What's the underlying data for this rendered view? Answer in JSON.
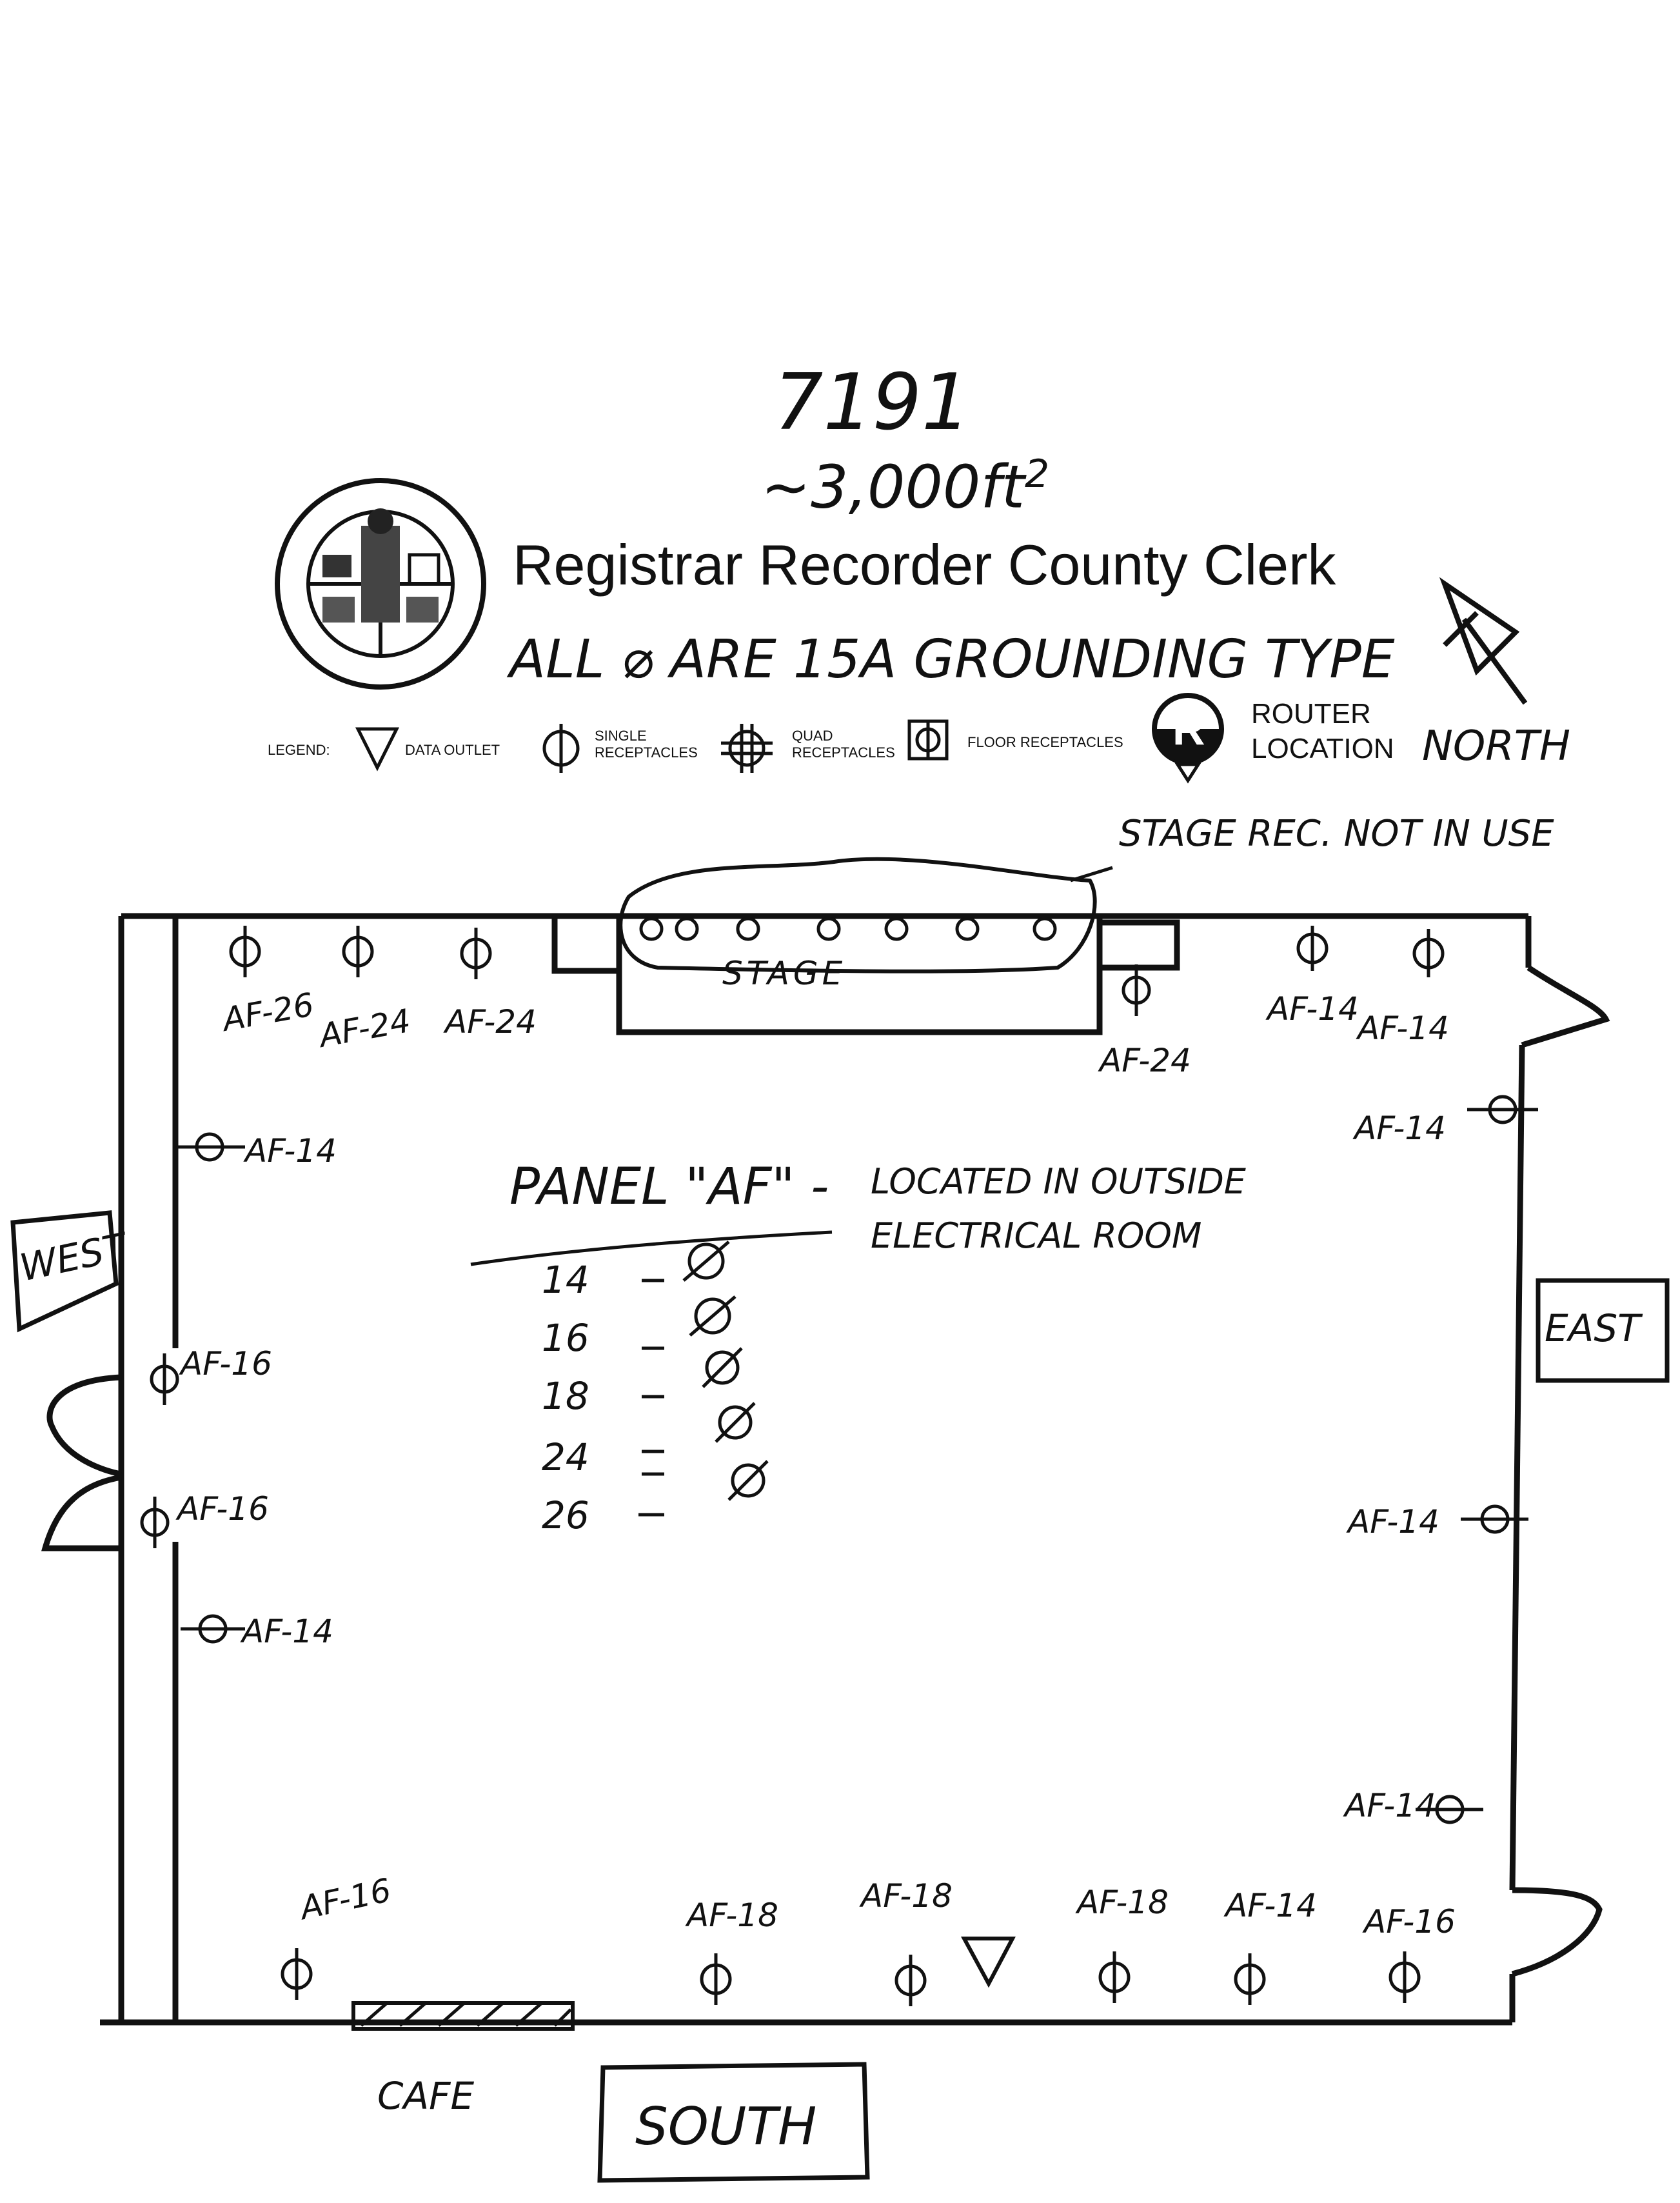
{
  "header": {
    "number": "7191",
    "area": "~3,000ft",
    "area_exponent": "2",
    "org_title": "Registrar Recorder County Clerk",
    "note": "ALL ⌀ ARE 15A GROUNDING TYPE"
  },
  "legend": {
    "label": "LEGEND:",
    "items": [
      {
        "icon": "triangle-icon",
        "label": "DATA OUTLET"
      },
      {
        "icon": "single-receptacle-icon",
        "label": "SINGLE RECEPTACLES"
      },
      {
        "icon": "quad-receptacle-icon",
        "label": "QUAD RECEPTACLES"
      },
      {
        "icon": "floor-receptacle-icon",
        "label": "FLOOR RECEPTACLES"
      }
    ],
    "router_symbol": "R",
    "router_label_1": "ROUTER",
    "router_label_2": "LOCATION"
  },
  "compass": {
    "north_label": "NORTH"
  },
  "stage": {
    "note": "STAGE REC. NOT IN USE",
    "label": "STAGE"
  },
  "panel": {
    "title": "PANEL \"AF\" -",
    "note_line1": "LOCATED IN OUTSIDE",
    "note_line2": "ELECTRICAL ROOM",
    "circuits": [
      "14",
      "16",
      "18",
      "24",
      "26"
    ]
  },
  "outlet_labels": {
    "n1": "AF-26",
    "n2": "AF-24",
    "n3": "AF-24",
    "n4": "AF-24",
    "n5": "AF-14",
    "n6": "AF-14",
    "w1": "AF-14",
    "w2": "AF-16",
    "w3": "AF-16",
    "w4": "AF-14",
    "e1": "AF-14",
    "e2": "AF-14",
    "e3": "AF-14",
    "s1": "AF-16",
    "s2": "AF-18",
    "s3": "AF-18",
    "s4": "AF-18",
    "s5": "AF-14",
    "s6": "AF-16"
  },
  "directions": {
    "west": "WEST",
    "east": "EAST",
    "south": "SOUTH",
    "cafe": "CAFE"
  }
}
